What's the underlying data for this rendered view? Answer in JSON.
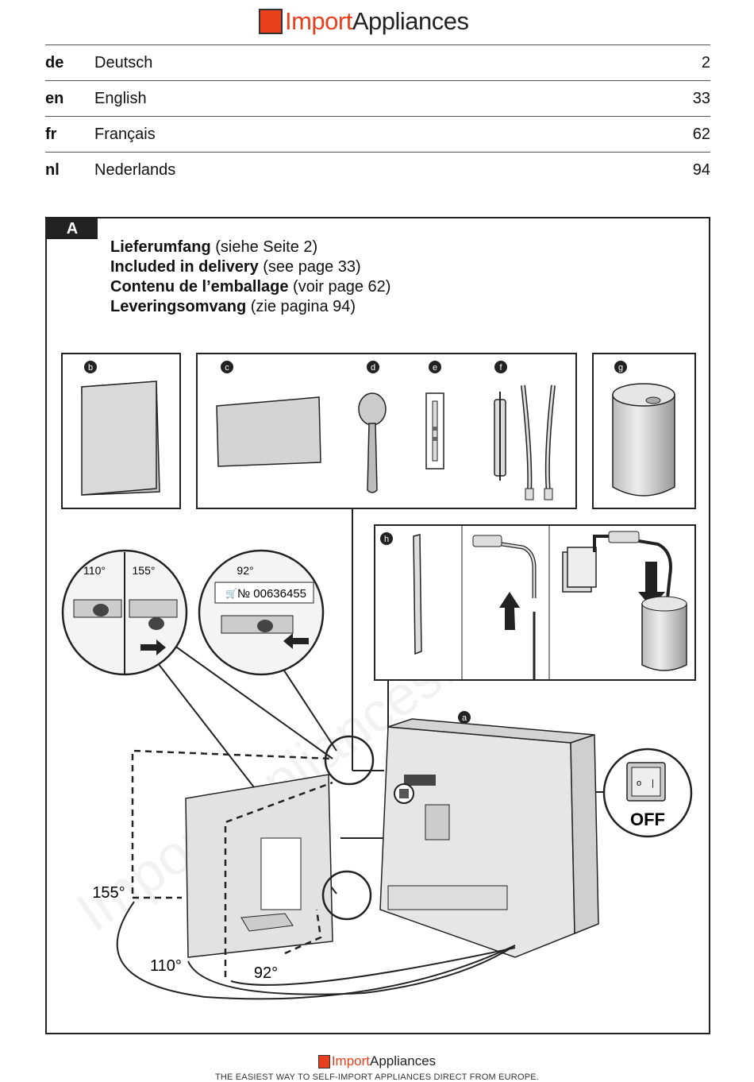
{
  "logo": {
    "part1": "Import",
    "part2": "Appliances"
  },
  "toc": [
    {
      "code": "de",
      "language": "Deutsch",
      "page": "2"
    },
    {
      "code": "en",
      "language": "English",
      "page": "33"
    },
    {
      "code": "fr",
      "language": "Français",
      "page": "62"
    },
    {
      "code": "nl",
      "language": "Nederlands",
      "page": "94"
    }
  ],
  "figure": {
    "tag": "A",
    "intro": [
      {
        "bold": "Lieferumfang",
        "rest": " (siehe Seite 2)"
      },
      {
        "bold": "Included in delivery",
        "rest": " (see page 33)"
      },
      {
        "bold": "Contenu de l’emballage",
        "rest": " (voir page 62)"
      },
      {
        "bold": "Leveringsomvang",
        "rest": " (zie pagina 94)"
      }
    ],
    "item_labels": {
      "a": "a",
      "b": "b",
      "c": "c",
      "d": "d",
      "e": "e",
      "f": "f",
      "g": "g",
      "h": "h"
    },
    "hinge_angles": {
      "left_a": "110°",
      "left_b": "155°",
      "right": "92°"
    },
    "part_number": "№ 00636455",
    "switch_label": "OFF",
    "door_angles": {
      "a155": "155°",
      "a110": "110°",
      "a92": "92°"
    },
    "watermark": "ImportAppliances.com"
  },
  "footer": {
    "logo_part1": "Import",
    "logo_part2": "Appliances",
    "tagline": "THE EASIEST WAY TO SELF-IMPORT APPLIANCES DIRECT FROM EUROPE."
  }
}
